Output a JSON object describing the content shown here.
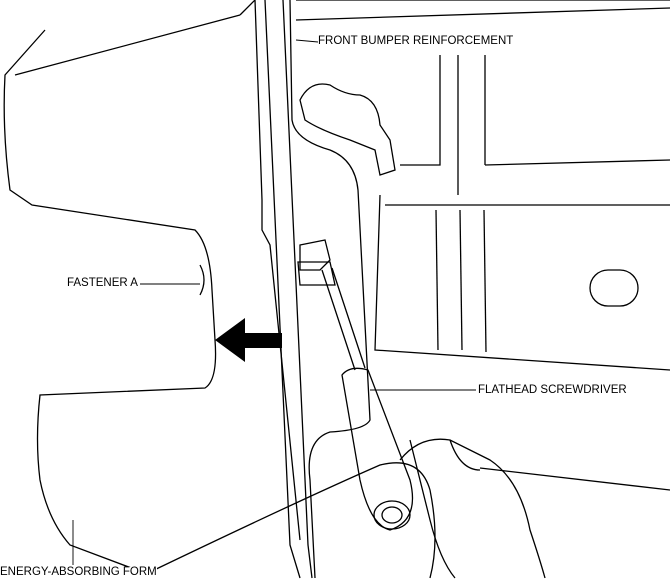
{
  "labels": {
    "front_bumper_reinforcement": "FRONT BUMPER REINFORCEMENT",
    "fastener_a": "FASTENER A",
    "flathead_screwdriver": "FLATHEAD SCREWDRIVER",
    "energy_absorbing_form": "ENERGY-ABSORBING FORM"
  }
}
